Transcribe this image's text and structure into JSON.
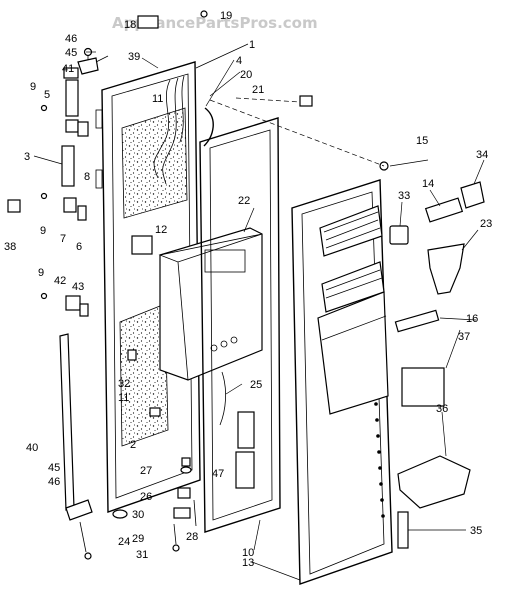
{
  "watermark": "AppliancePartsPros.com",
  "labels": {
    "p1": "1",
    "p2": "2",
    "p3": "3",
    "p4": "4",
    "p5": "5",
    "p6": "6",
    "p7": "7",
    "p8": "8",
    "p9a": "9",
    "p9b": "9",
    "p9c": "9",
    "p10": "10",
    "p11a": "11",
    "p11b": "11",
    "p12": "12",
    "p13": "13",
    "p14": "14",
    "p15": "15",
    "p16": "16",
    "p18": "18",
    "p19": "19",
    "p20": "20",
    "p21": "21",
    "p22": "22",
    "p23": "23",
    "p24": "24",
    "p25": "25",
    "p26": "26",
    "p27": "27",
    "p28": "28",
    "p29": "29",
    "p30": "30",
    "p31": "31",
    "p32": "32",
    "p33": "33",
    "p34": "34",
    "p35": "35",
    "p36": "36",
    "p37": "37",
    "p38": "38",
    "p39": "39",
    "p40": "40",
    "p41": "41",
    "p42": "42",
    "p43": "43",
    "p45a": "45",
    "p45b": "45",
    "p46a": "46",
    "p46b": "46",
    "p47": "47"
  }
}
